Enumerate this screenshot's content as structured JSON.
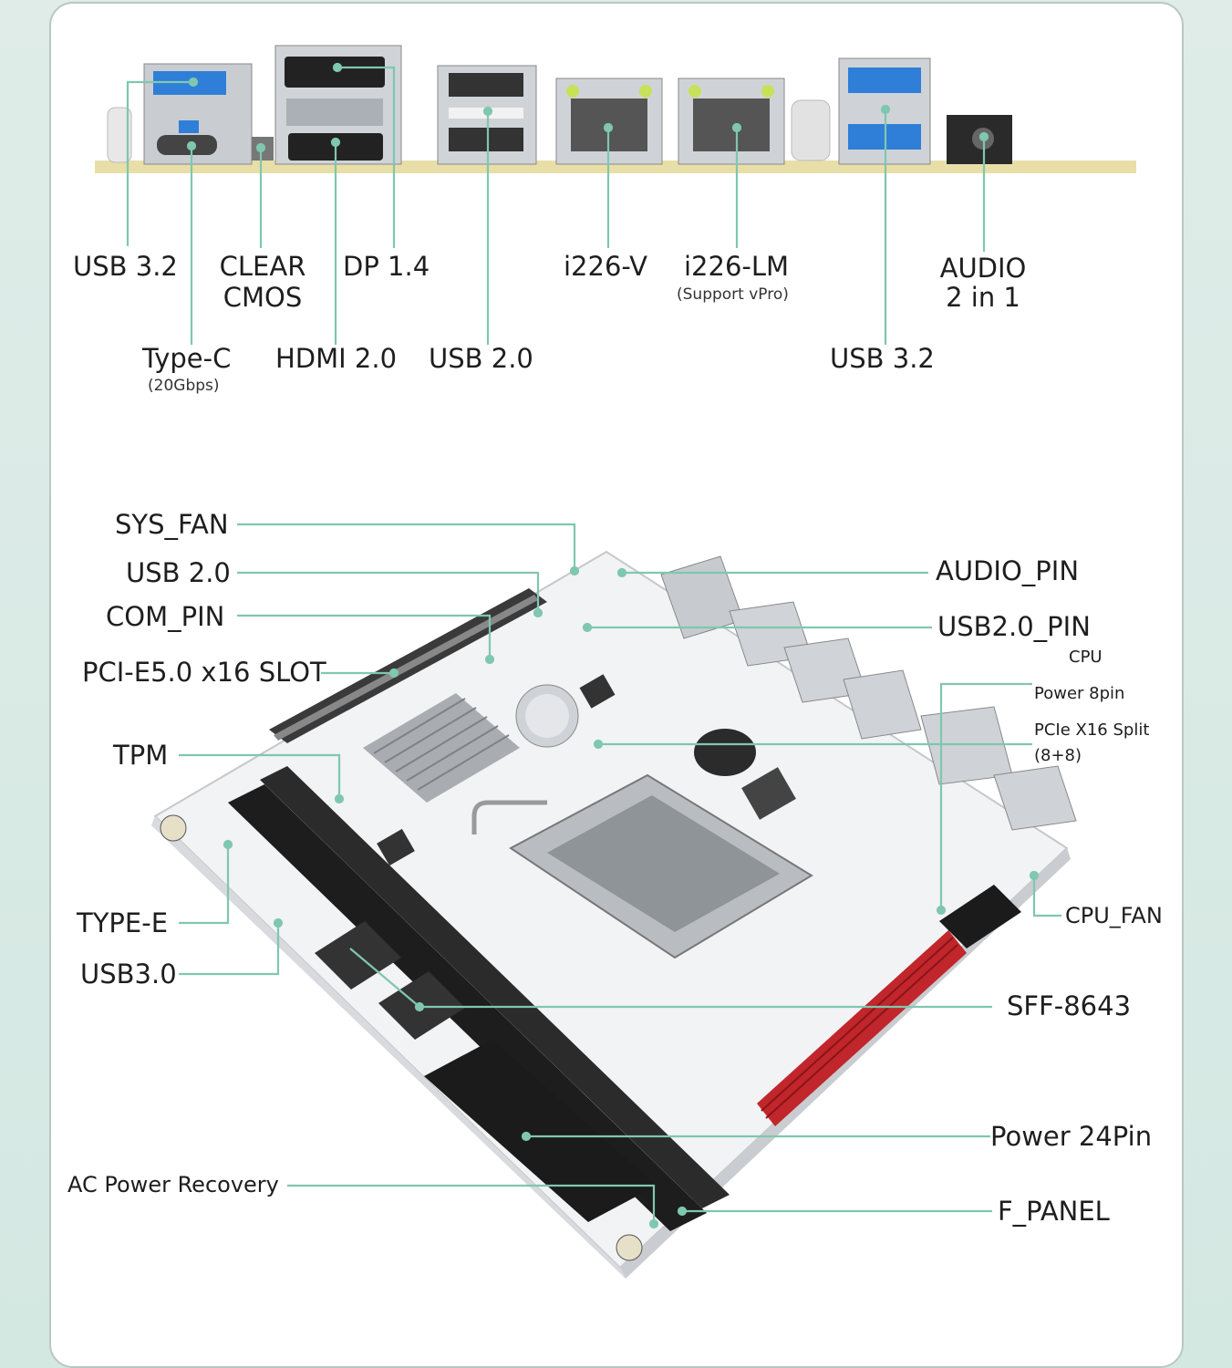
{
  "io_panel": {
    "labels": {
      "usb32_left": "USB 3.2",
      "clear_cmos_1": "CLEAR",
      "clear_cmos_2": "CMOS",
      "dp": "DP 1.4",
      "i226v": "i226-V",
      "i226lm": "i226-LM",
      "i226lm_sub": "(Support vPro)",
      "audio_1": "AUDIO",
      "audio_2": "2 in 1",
      "typec": "Type-C",
      "typec_sub": "(20Gbps)",
      "hdmi": "HDMI 2.0",
      "usb20": "USB 2.0",
      "usb32_right": "USB 3.2"
    }
  },
  "board": {
    "labels": {
      "sys_fan": "SYS_FAN",
      "usb20": "USB 2.0",
      "com_pin": "COM_PIN",
      "pcie_slot": "PCI-E5.0 x16 SLOT",
      "tpm": "TPM",
      "type_e": "TYPE-E",
      "usb30": "USB3.0",
      "ac_power": "AC Power Recovery",
      "audio_pin": "AUDIO_PIN",
      "usb20_pin": "USB2.0_PIN",
      "cpu": "CPU",
      "power_8pin": "Power 8pin",
      "pcie_split_1": "PCIe X16 Split",
      "pcie_split_2": "(8+8)",
      "cpu_fan": "CPU_FAN",
      "sff": "SFF-8643",
      "power_24": "Power 24Pin",
      "f_panel": "F_PANEL"
    }
  },
  "colors": {
    "leader": "#7fc7ae",
    "usb3_blue": "#2f7fd8",
    "dimm_red": "#c0262b",
    "board_white": "#f2f3f5"
  }
}
